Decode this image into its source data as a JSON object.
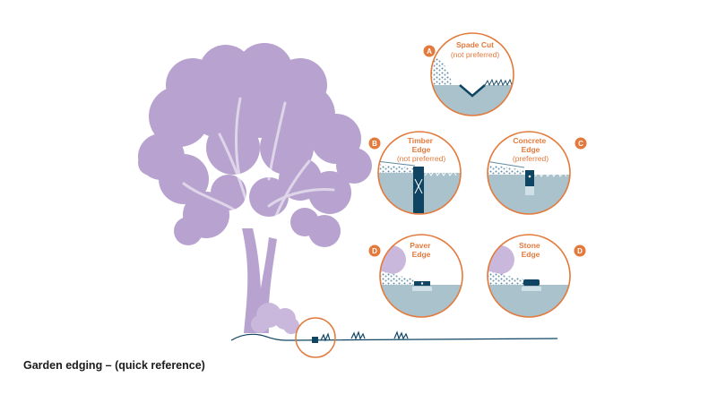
{
  "caption": "Garden edging – (quick reference)",
  "colors": {
    "orange": "#e37a3c",
    "navy": "#0f4563",
    "soil": "#a9c2cb",
    "lavender": "#b8a2cf",
    "gravel": "#5f8aa3",
    "paver": "#cfe0e7"
  },
  "panels": [
    {
      "badge": "A",
      "title": "Spade Cut",
      "subtitle": "(not preferred)"
    },
    {
      "badge": "B",
      "title": "Timber Edge",
      "subtitle": "(not preferred)"
    },
    {
      "badge": "C",
      "title": "Concrete Edge",
      "subtitle": "(preferred)"
    },
    {
      "badge": "D",
      "title": "Paver Edge",
      "subtitle": ""
    },
    {
      "badge": "D",
      "title": "Stone Edge",
      "subtitle": ""
    }
  ]
}
